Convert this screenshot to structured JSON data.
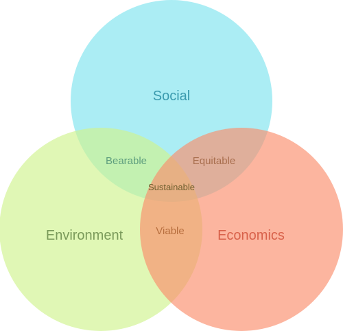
{
  "diagram": {
    "type": "venn",
    "sets": [
      {
        "id": "social",
        "label": "Social",
        "fill": "#7EE3EE",
        "text_color": "#3A9AAE"
      },
      {
        "id": "environment",
        "label": "Environment",
        "fill": "#CFF28E",
        "text_color": "#7A9A5A"
      },
      {
        "id": "economics",
        "label": "Economics",
        "fill": "#FA8E6B",
        "text_color": "#D8614A"
      }
    ],
    "overlaps": {
      "social_environment": {
        "label": "Bearable",
        "text_color": "#5E9E7E"
      },
      "social_economics": {
        "label": "Equitable",
        "text_color": "#A86E4E"
      },
      "environment_economics": {
        "label": "Viable",
        "text_color": "#B76E3E"
      },
      "all": {
        "label": "Sustainable",
        "text_color": "#6E5E2E"
      }
    }
  }
}
